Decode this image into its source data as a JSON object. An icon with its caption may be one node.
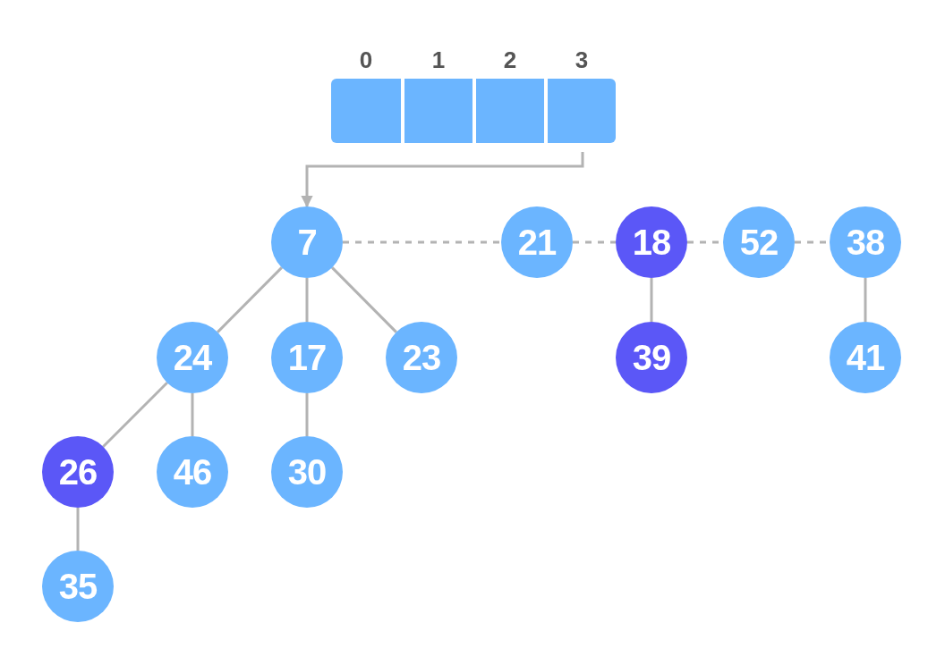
{
  "diagram": {
    "nodes": [
      {
        "text": [
          "0"
        ]
      },
      {
        "text": [
          "1"
        ]
      },
      {
        "text": [
          "2"
        ]
      },
      {
        "text": [
          "3"
        ]
      },
      {
        "text": [
          "7"
        ]
      },
      {
        "text": [
          "21"
        ]
      },
      {
        "text": [
          "18"
        ]
      },
      {
        "text": [
          "52"
        ]
      },
      {
        "text": [
          "38"
        ]
      },
      {
        "text": [
          "24"
        ]
      },
      {
        "text": [
          "17"
        ]
      },
      {
        "text": [
          "23"
        ]
      },
      {
        "text": [
          "39"
        ]
      },
      {
        "text": [
          "41"
        ]
      },
      {
        "text": [
          "26"
        ]
      },
      {
        "text": [
          "46"
        ]
      },
      {
        "text": [
          "30"
        ]
      },
      {
        "text": [
          "35"
        ]
      }
    ],
    "edges": [
      {
        "from": 3,
        "to": 4,
        "arrow": "to"
      },
      {
        "from": 4,
        "to": 5,
        "arrow": "none",
        "style": "dashed"
      },
      {
        "from": 5,
        "to": 6,
        "arrow": "none",
        "style": "dashed"
      },
      {
        "from": 6,
        "to": 7,
        "arrow": "none",
        "style": "dashed"
      },
      {
        "from": 7,
        "to": 8,
        "arrow": "none",
        "style": "dashed"
      },
      {
        "from": 4,
        "to": 9,
        "arrow": "none"
      },
      {
        "from": 4,
        "to": 10,
        "arrow": "none"
      },
      {
        "from": 4,
        "to": 11,
        "arrow": "none"
      },
      {
        "from": 9,
        "to": 14,
        "arrow": "none"
      },
      {
        "from": 9,
        "to": 15,
        "arrow": "none"
      },
      {
        "from": 10,
        "to": 16,
        "arrow": "none"
      },
      {
        "from": 14,
        "to": 17,
        "arrow": "none"
      },
      {
        "from": 6,
        "to": 12,
        "arrow": "none"
      },
      {
        "from": 8,
        "to": 13,
        "arrow": "none"
      }
    ]
  }
}
